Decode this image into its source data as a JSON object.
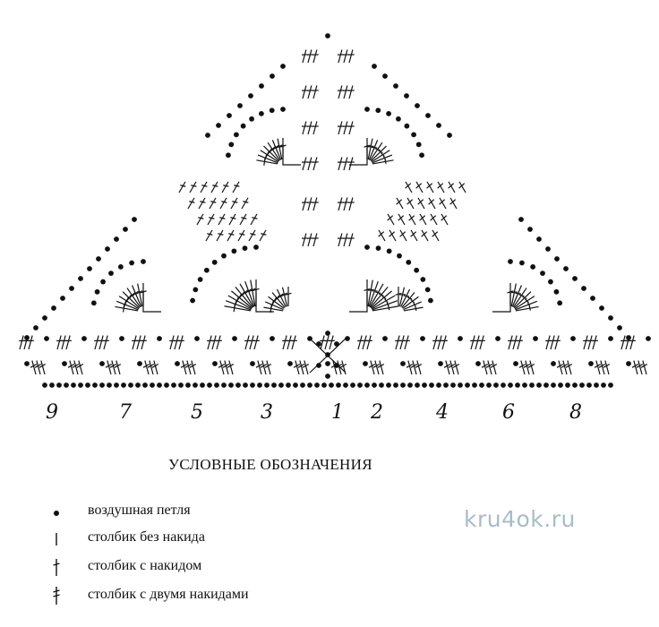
{
  "row_numbers": [
    "9",
    "7",
    "5",
    "3",
    "1",
    "2",
    "4",
    "6",
    "8"
  ],
  "legend": {
    "title": "УСЛОВНЫЕ ОБОЗНАЧЕНИЯ",
    "items": [
      {
        "symbol": "chain-stitch-icon",
        "label": "воздушная петля"
      },
      {
        "symbol": "single-crochet-icon",
        "label": "столбик без накида"
      },
      {
        "symbol": "double-crochet-icon",
        "label": "столбик с накидом"
      },
      {
        "symbol": "treble-crochet-icon",
        "label": "столбик с двумя накидами"
      }
    ]
  },
  "watermark": "kru4ok.ru",
  "colors": {
    "ink": "#111111",
    "watermark": "#a9bcc9",
    "background": "#ffffff"
  }
}
